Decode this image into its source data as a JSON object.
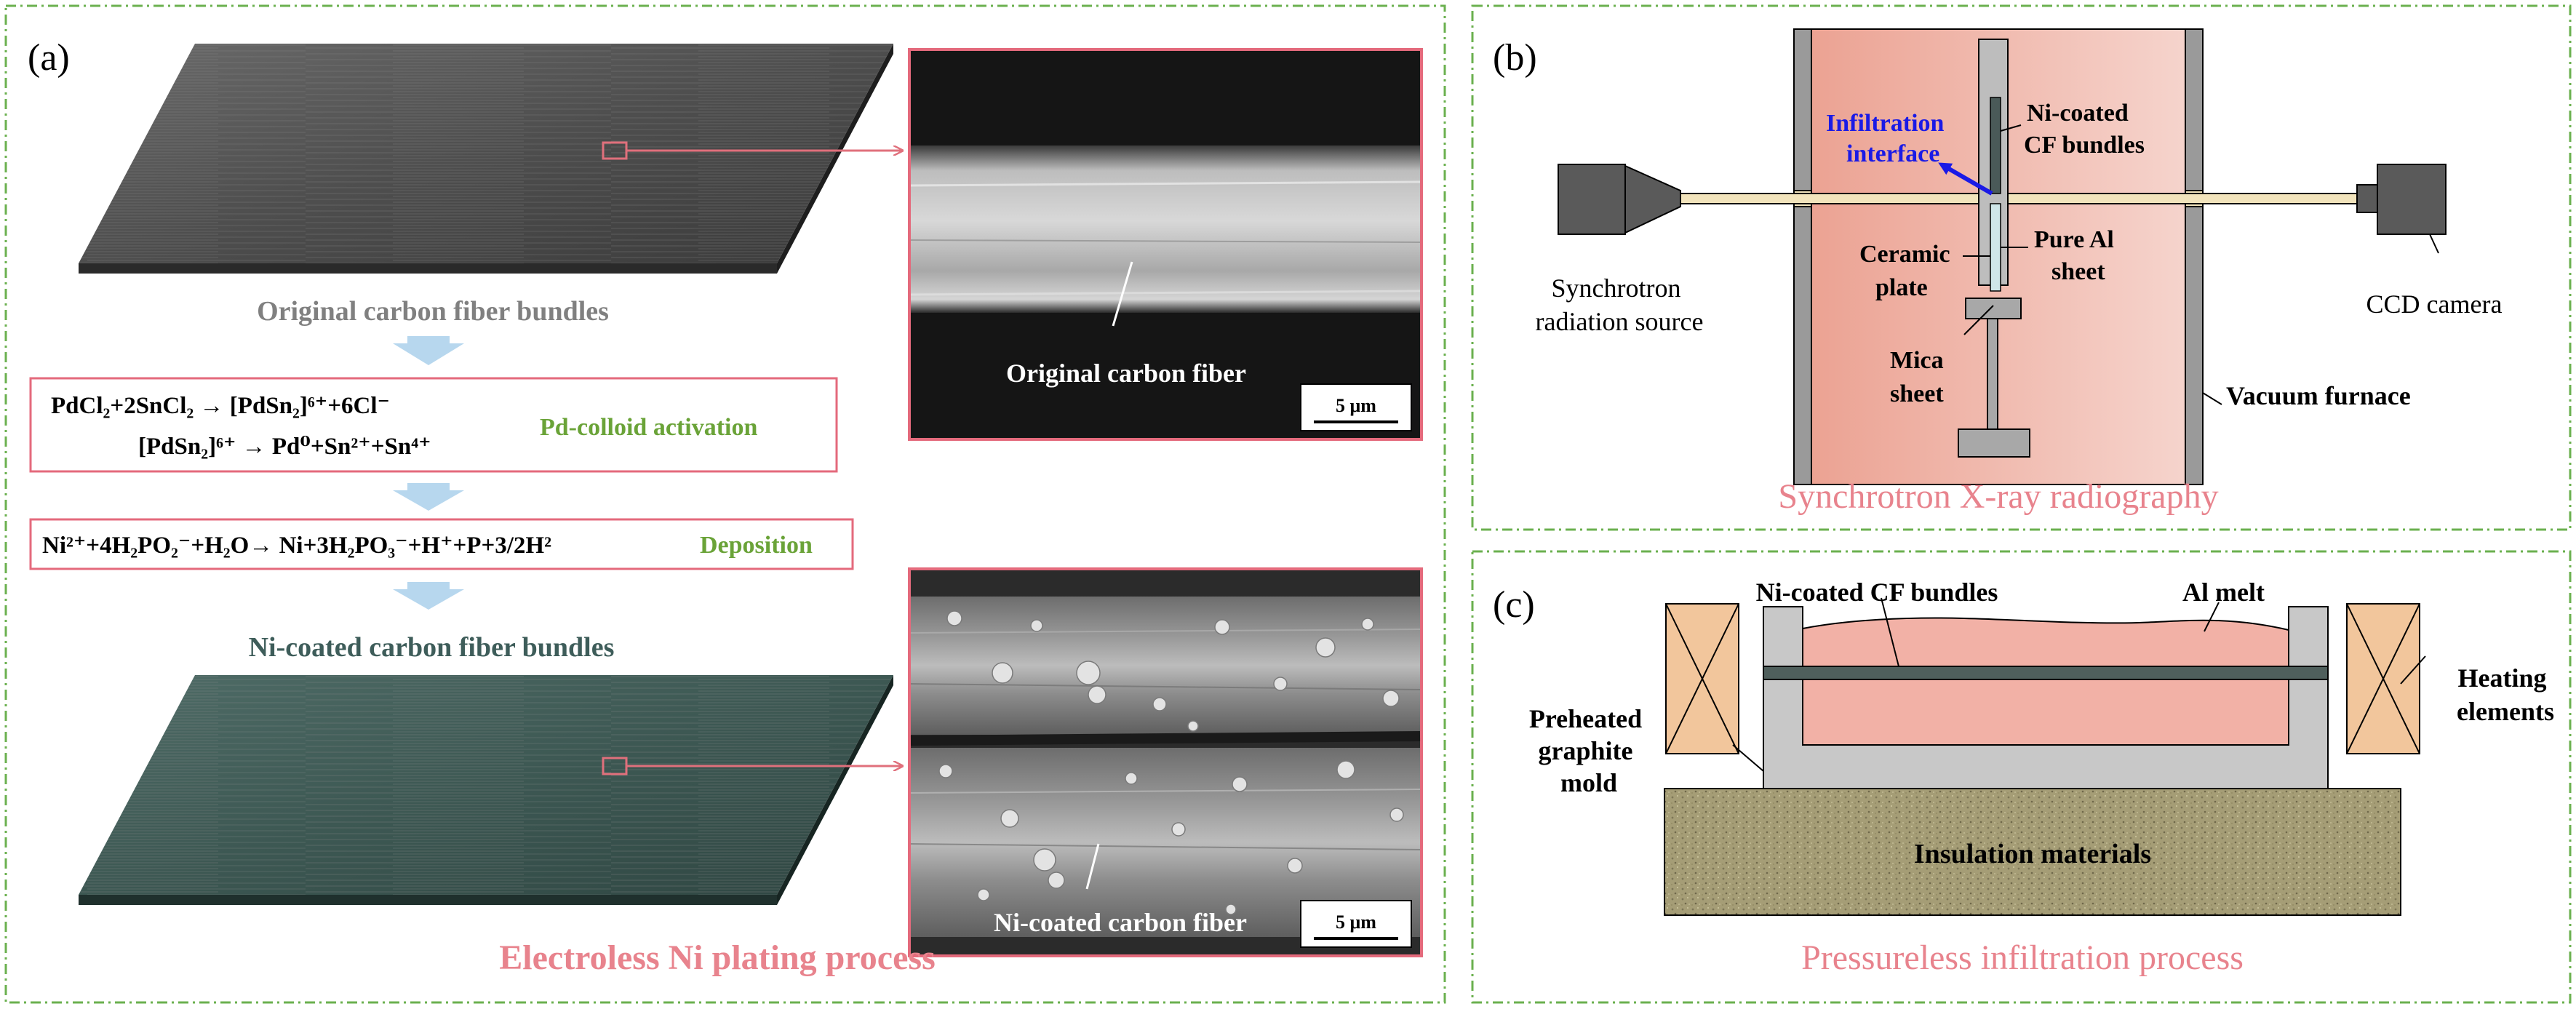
{
  "colors": {
    "frame_green": "#6bb04f",
    "title_pink": "#e8838d",
    "step_green": "#6aa338",
    "gray_label": "#808080",
    "teal_label": "#3e5d5a",
    "interface_blue": "#1a1ae6",
    "arrow_pink": "#e0707c",
    "box_border": "#e46a7c",
    "down_arrow": "#b7d7ee",
    "furnace_fill": "#efa998",
    "melt_fill": "#f2b1a6",
    "heater_fill": "#f2c69c",
    "mold_gray": "#c8c8c8",
    "insulation": "#a9a17c"
  },
  "panel_a": {
    "label": "(a)",
    "original_bundles": "Original carbon fiber bundles",
    "ni_bundles": "Ni-coated carbon fiber bundles",
    "activation_eq1": "PdCl₂+2SnCl₂ → [PdSn₂]⁶⁺+6Cl⁻",
    "activation_eq2": "[PdSn₂]⁶⁺ → Pd⁰+Sn²⁺+Sn⁴⁺",
    "activation_step": "Pd-colloid activation",
    "deposition_eq": "Ni²⁺+4H₂PO₂⁻+H₂O→ Ni+3H₂PO₃⁻+H⁺+P+3/2H²",
    "deposition_step": "Deposition",
    "sem_top_label": "Original carbon fiber",
    "sem_bottom_label": "Ni-coated carbon fiber",
    "scale_bar": "5 μm",
    "title": "Electroless Ni plating process"
  },
  "panel_b": {
    "label": "(b)",
    "infiltration_interface": [
      "Infiltration",
      "interface"
    ],
    "ni_cf_bundles": [
      "Ni-coated",
      "CF bundles"
    ],
    "pure_al_sheet": [
      "Pure Al",
      "sheet"
    ],
    "ceramic_plate": [
      "Ceramic",
      "plate"
    ],
    "synchrotron_source": [
      "Synchrotron",
      "radiation source"
    ],
    "mica_sheet": [
      "Mica",
      "sheet"
    ],
    "ccd_camera": "CCD camera",
    "vacuum_furnace": "Vacuum furnace",
    "title": "Synchrotron X-ray radiography"
  },
  "panel_c": {
    "label": "(c)",
    "ni_cf_bundles": "Ni-coated CF bundles",
    "al_melt": "Al melt",
    "preheated_mold": [
      "Preheated",
      "graphite",
      "mold"
    ],
    "heating_elements": [
      "Heating",
      "elements"
    ],
    "insulation": "Insulation materials",
    "title": "Pressureless infiltration process"
  }
}
